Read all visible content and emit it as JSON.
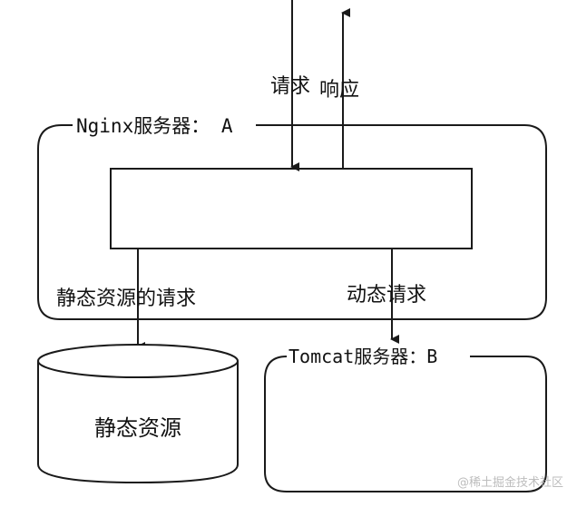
{
  "labels": {
    "request": "请求",
    "response": "响应",
    "nginx_server": "Nginx服务器： A",
    "static_request": "静态资源的请求",
    "dynamic_request": "动态请求",
    "tomcat_server": "Tomcat服务器：B",
    "static_resources": "静态资源"
  },
  "watermark": "@稀土掘金技术社区",
  "colors": {
    "stroke": "#1a1a1a",
    "text": "#111111",
    "background": "#ffffff",
    "watermark": "#bdbdbd"
  }
}
